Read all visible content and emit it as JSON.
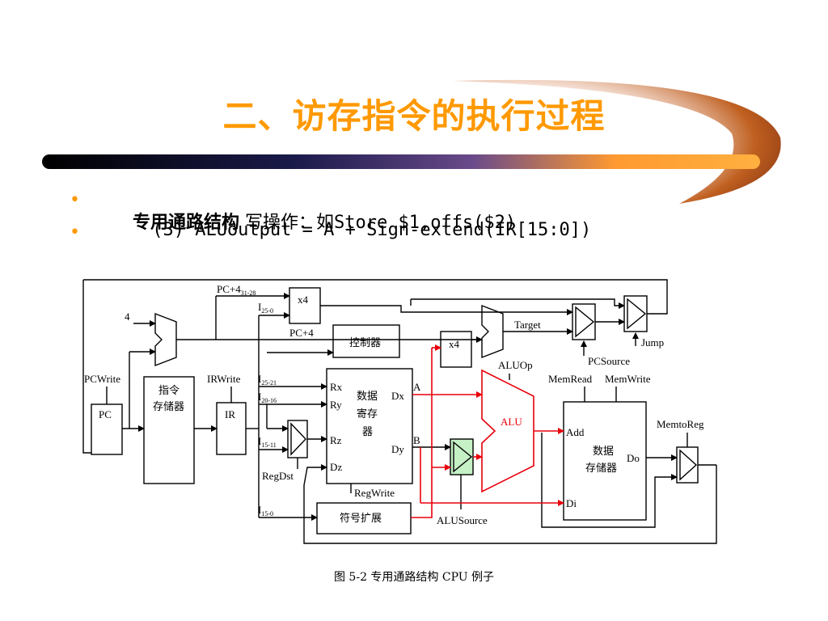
{
  "slide": {
    "title": "二、访存指令的执行过程",
    "bullet1_bold": "专用通路结构",
    "bullet1_text": " 写操作：如",
    "bullet1_code": "Store $1,offs($2)",
    "bullet2_code": "     (3) ALUoutput = A + Sign-extend(IR[15:0])",
    "caption": "图 5-2   专用通路结构 CPU 例子"
  },
  "diagram": {
    "pc": "PC",
    "pcwrite": "PCWrite",
    "four": "4",
    "imem_l1": "指令",
    "imem_l2": "存储器",
    "irwrite": "IRWrite",
    "ir": "IR",
    "pc4_label": "PC+4",
    "pc4_sub": "31-28",
    "x4_top": "x4",
    "i25_0": "I",
    "i25_0_sub": "25-0",
    "pc4_ctrl": "PC+4",
    "controller": "控制器",
    "x4_mid": "x4",
    "target": "Target",
    "jump": "Jump",
    "pcsource": "PCSource",
    "aluop": "ALUOp",
    "memread": "MemRead",
    "memwrite": "MemWrite",
    "i25_21": "I",
    "i25_21_sub": "25-21",
    "i20_16": "I",
    "i20_16_sub": "20-16",
    "i15_11": "I",
    "i15_11_sub": "15-11",
    "i15_0": "I",
    "i15_0_sub": "15-0",
    "regdst": "RegDst",
    "rx": "Rx",
    "ry": "Ry",
    "rz": "Rz",
    "dz": "Dz",
    "dx": "Dx",
    "dy": "Dy",
    "rf_l1": "数据",
    "rf_l2": "寄存",
    "rf_l3": "器",
    "a": "A",
    "b": "B",
    "regwrite": "RegWrite",
    "alu": "ALU",
    "alusource": "ALUSource",
    "signext": "符号扩展",
    "add": "Add",
    "di": "Di",
    "do": "Do",
    "dmem_l1": "数据",
    "dmem_l2": "存储器",
    "memtoreg": "MemtoReg"
  },
  "colors": {
    "title": "#ff9900",
    "bullet_dot": "#ff9900",
    "active_path": "#e8000b",
    "alusource_mux_fill": "#c6f0c6"
  }
}
